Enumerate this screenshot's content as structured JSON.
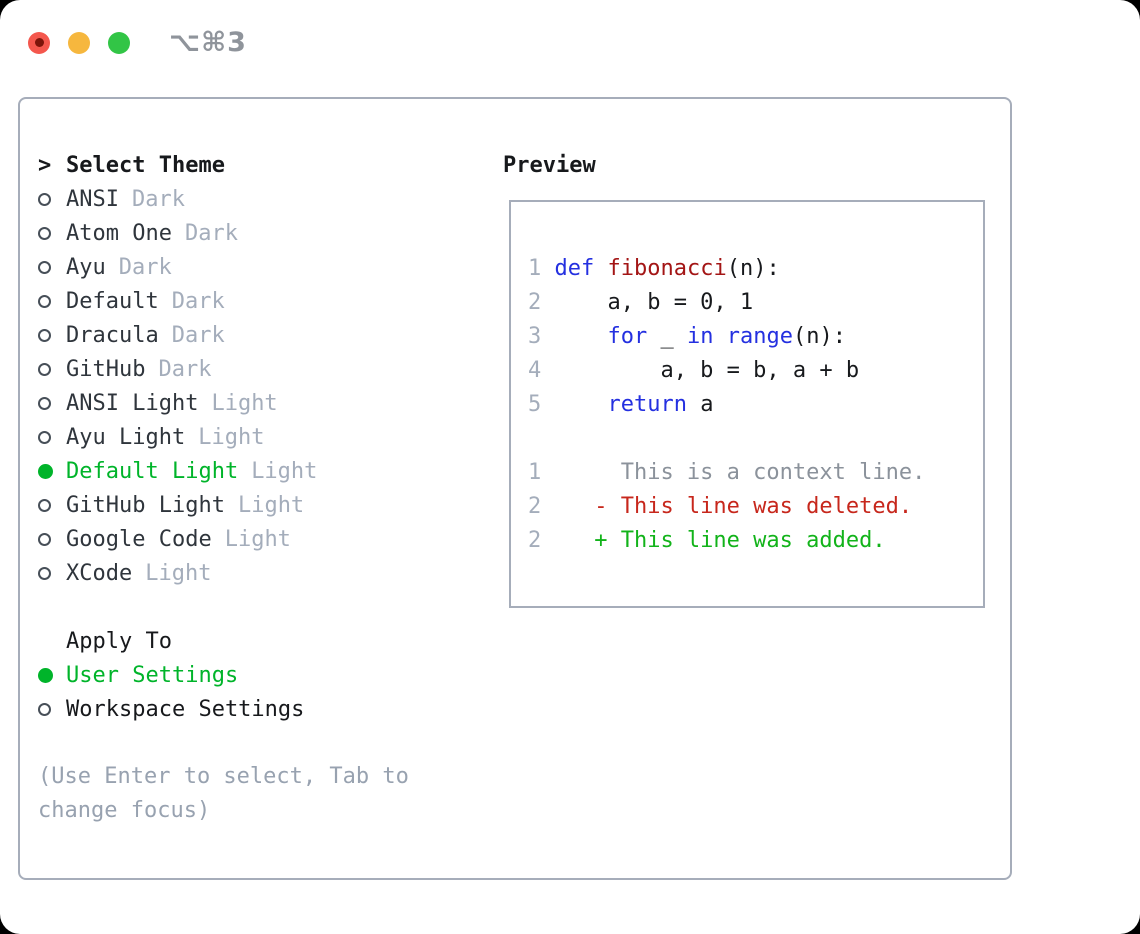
{
  "window": {
    "title": "⌥⌘3"
  },
  "theme_selector": {
    "header": {
      "prefix": ">",
      "label": "Select Theme"
    },
    "items": [
      {
        "name": "ANSI",
        "variant": "Dark",
        "selected": false
      },
      {
        "name": "Atom One",
        "variant": "Dark",
        "selected": false
      },
      {
        "name": "Ayu",
        "variant": "Dark",
        "selected": false
      },
      {
        "name": "Default",
        "variant": "Dark",
        "selected": false
      },
      {
        "name": "Dracula",
        "variant": "Dark",
        "selected": false
      },
      {
        "name": "GitHub",
        "variant": "Dark",
        "selected": false
      },
      {
        "name": "ANSI Light",
        "variant": "Light",
        "selected": false
      },
      {
        "name": "Ayu Light",
        "variant": "Light",
        "selected": false
      },
      {
        "name": "Default Light",
        "variant": "Light",
        "selected": true
      },
      {
        "name": "GitHub Light",
        "variant": "Light",
        "selected": false
      },
      {
        "name": "Google Code",
        "variant": "Light",
        "selected": false
      },
      {
        "name": "XCode",
        "variant": "Light",
        "selected": false
      }
    ],
    "apply_to": {
      "label": "Apply To",
      "options": [
        {
          "name": "User Settings",
          "selected": true
        },
        {
          "name": "Workspace Settings",
          "selected": false
        }
      ]
    },
    "hint_lines": [
      "(Use Enter to select, Tab to",
      "change focus)"
    ]
  },
  "preview": {
    "header": "Preview",
    "code_lines": [
      {
        "num": "1",
        "segments": [
          {
            "text": "def",
            "color": "keyword"
          },
          {
            "text": " ",
            "color": "plain"
          },
          {
            "text": "fibonacci",
            "color": "function"
          },
          {
            "text": "(n):",
            "color": "plain"
          }
        ]
      },
      {
        "num": "2",
        "segments": [
          {
            "text": "    a, b = 0, 1",
            "color": "plain"
          }
        ]
      },
      {
        "num": "3",
        "segments": [
          {
            "text": "    ",
            "color": "plain"
          },
          {
            "text": "for",
            "color": "keyword"
          },
          {
            "text": " _ ",
            "color": "plain"
          },
          {
            "text": "in",
            "color": "keyword"
          },
          {
            "text": " ",
            "color": "plain"
          },
          {
            "text": "range",
            "color": "keyword"
          },
          {
            "text": "(n):",
            "color": "plain"
          }
        ]
      },
      {
        "num": "4",
        "segments": [
          {
            "text": "        a, b = b, a + b",
            "color": "plain"
          }
        ]
      },
      {
        "num": "5",
        "segments": [
          {
            "text": "    ",
            "color": "plain"
          },
          {
            "text": "return",
            "color": "keyword"
          },
          {
            "text": " a",
            "color": "plain"
          }
        ]
      }
    ],
    "diff_lines": [
      {
        "num": "1",
        "marker": "",
        "text": "This is a context line.",
        "kind": "context"
      },
      {
        "num": "2",
        "marker": "-",
        "text": "This line was deleted.",
        "kind": "deleted"
      },
      {
        "num": "2",
        "marker": "+",
        "text": "This line was added.",
        "kind": "added"
      }
    ]
  },
  "colors": {
    "accent_green": "#00b42a",
    "diff_added": "#12b31a",
    "diff_deleted": "#c7271c",
    "keyword_blue": "#2430e0",
    "function_red": "#a31515",
    "muted_gray": "#a4adbb",
    "hint_gray": "#98a2b0",
    "border_gray": "#a6adba",
    "traffic_red": "#f4574d",
    "traffic_yellow": "#f6b73e",
    "traffic_green": "#32c546"
  }
}
